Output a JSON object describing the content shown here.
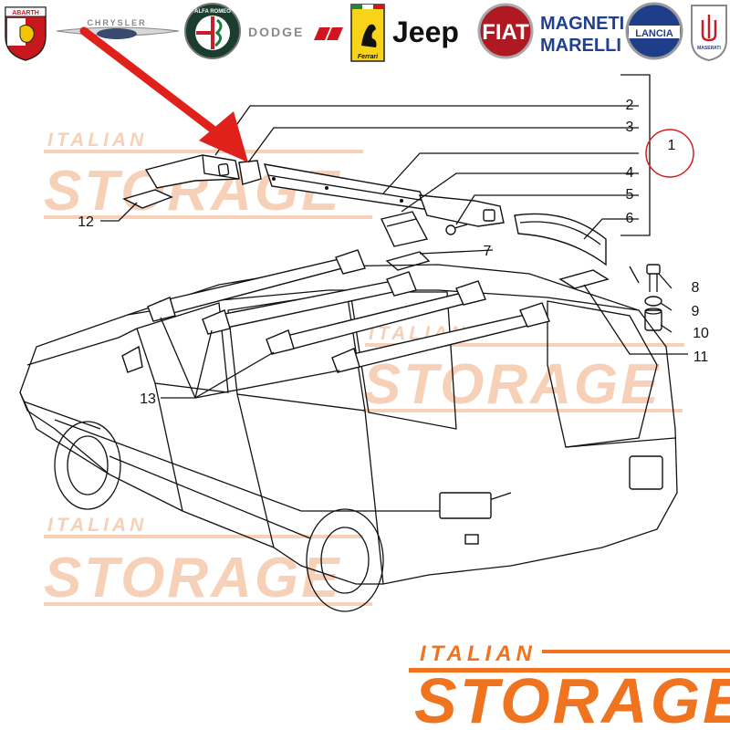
{
  "brand_logos": [
    {
      "name": "abarth",
      "text": "ABARTH"
    },
    {
      "name": "chrysler",
      "text": "CHRYSLER"
    },
    {
      "name": "alfa-romeo",
      "text": "ALFA ROMEO"
    },
    {
      "name": "dodge",
      "text": "DODGE"
    },
    {
      "name": "ferrari",
      "text": "Ferrari"
    },
    {
      "name": "jeep",
      "text": "Jeep"
    },
    {
      "name": "fiat",
      "text": "FIAT"
    },
    {
      "name": "magneti-marelli",
      "text_line1": "MAGNETI",
      "text_line2": "MARELLI"
    },
    {
      "name": "lancia",
      "text": "LANCIA"
    },
    {
      "name": "maserati",
      "text": "MASERATI"
    }
  ],
  "colors": {
    "accent_orange": "#f0731f",
    "watermark": "#f7d0b8",
    "arrow_red": "#e0201b",
    "circle_red": "#d62020",
    "line": "#111111"
  },
  "callouts": [
    "1",
    "2",
    "3",
    "4",
    "5",
    "6",
    "7",
    "8",
    "9",
    "10",
    "11",
    "12",
    "13"
  ],
  "highlighted_callout": "1",
  "watermark": {
    "line1": "ITALIAN",
    "line2": "STORAGE"
  },
  "footer_logo": {
    "line1": "ITALIAN",
    "line2": "STORAGE"
  }
}
